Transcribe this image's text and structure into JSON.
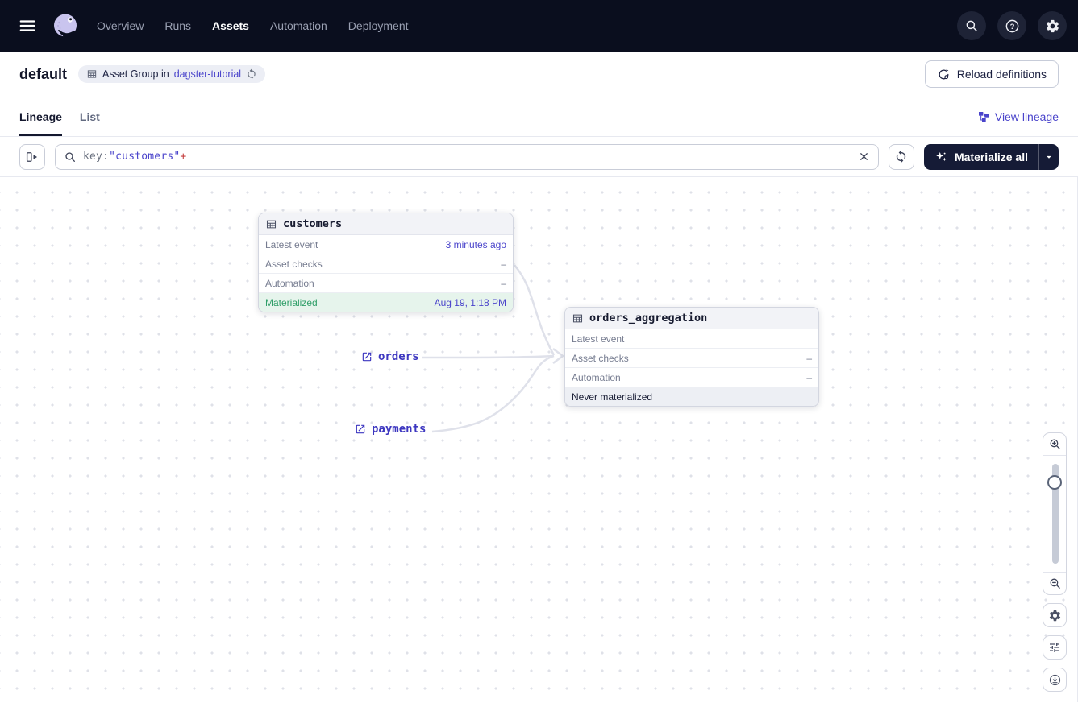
{
  "nav": {
    "items": [
      {
        "label": "Overview",
        "active": false
      },
      {
        "label": "Runs",
        "active": false
      },
      {
        "label": "Assets",
        "active": true
      },
      {
        "label": "Automation",
        "active": false
      },
      {
        "label": "Deployment",
        "active": false
      }
    ]
  },
  "header": {
    "title": "default",
    "badge_label": "Asset Group in",
    "badge_link": "dagster-tutorial",
    "reload_button": "Reload definitions"
  },
  "tabs": {
    "lineage": "Lineage",
    "list": "List",
    "view_lineage": "View lineage"
  },
  "toolbar": {
    "filter_prefix": "key:",
    "filter_value": "\"customers\"",
    "filter_suffix": "+",
    "materialize_button": "Materialize all"
  },
  "graph": {
    "nodes": [
      {
        "name": "customers",
        "rows": [
          {
            "label": "Latest event",
            "value": "3 minutes ago"
          },
          {
            "label": "Asset checks",
            "value": "–"
          },
          {
            "label": "Automation",
            "value": "–"
          }
        ],
        "status_label": "Materialized",
        "status_value": "Aug 19, 1:18 PM"
      },
      {
        "name": "orders_aggregation",
        "rows": [
          {
            "label": "Latest event",
            "value": ""
          },
          {
            "label": "Asset checks",
            "value": "–"
          },
          {
            "label": "Automation",
            "value": "–"
          }
        ],
        "status_label": "Never materialized",
        "status_value": ""
      }
    ],
    "external_assets": [
      {
        "label": "orders"
      },
      {
        "label": "payments"
      }
    ]
  },
  "colors": {
    "accent": "#4a44cb",
    "nav_bg": "#0a0e1e",
    "materialized_green": "#2f9e68",
    "plus_red": "#c43d3d",
    "edge": "#dfe1ea"
  }
}
